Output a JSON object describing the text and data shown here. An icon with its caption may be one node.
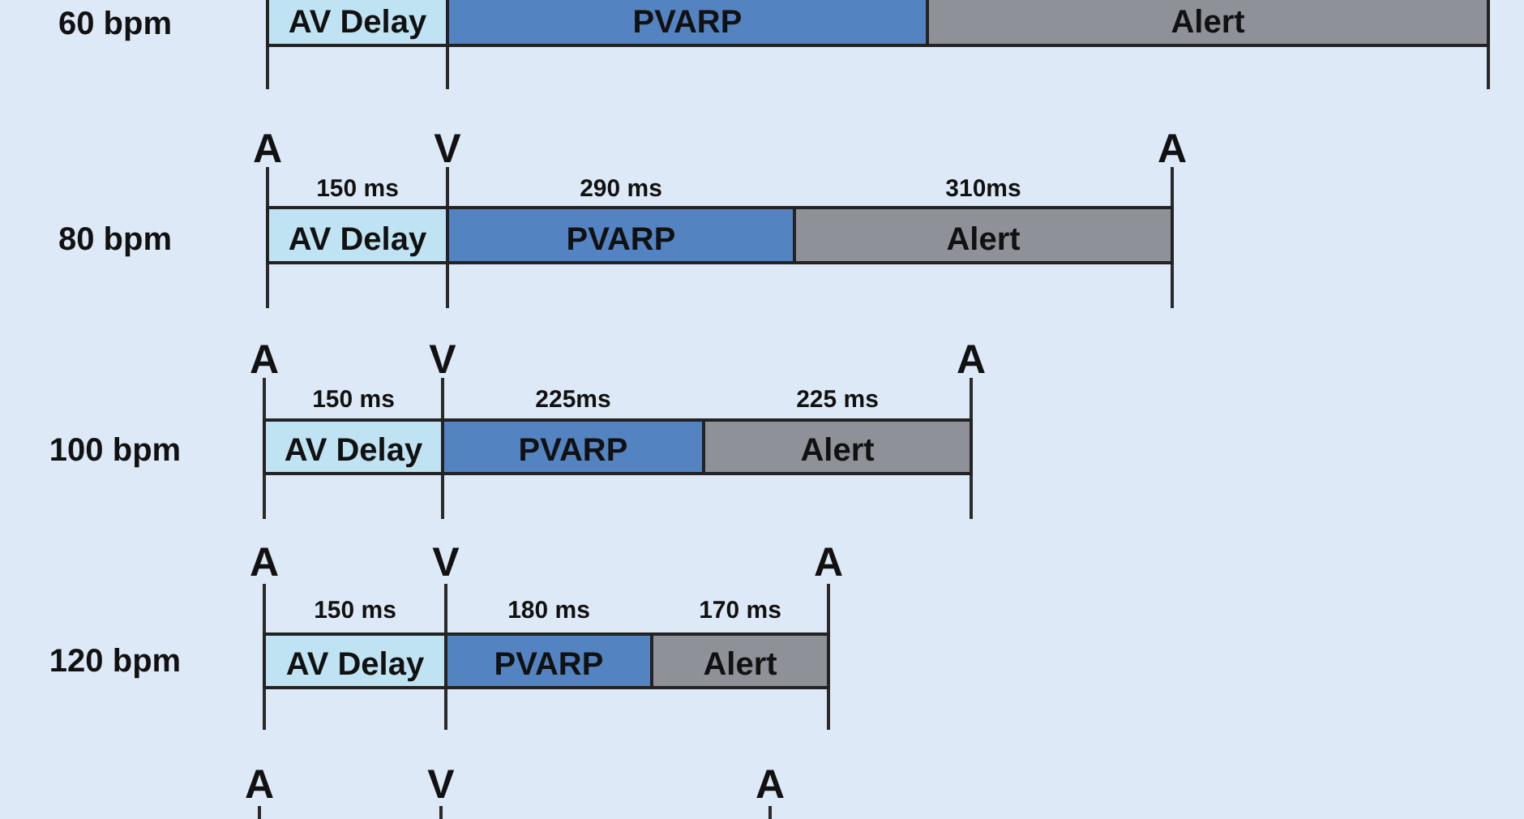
{
  "diagram": {
    "nodes": [
      {
        "text": [
          "AV Delay"
        ]
      },
      {
        "text": [
          "PVARP"
        ]
      },
      {
        "text": [
          "Alert"
        ]
      },
      {
        "text": [
          "AV Delay"
        ],
        "beside": [
          "150 ms"
        ]
      },
      {
        "text": [
          "PVARP"
        ],
        "beside": [
          "290 ms"
        ]
      },
      {
        "text": [
          "Alert"
        ],
        "beside": [
          "310ms"
        ]
      },
      {
        "text": [
          "AV Delay"
        ],
        "beside": [
          "150 ms"
        ]
      },
      {
        "text": [
          "PVARP"
        ],
        "beside": [
          "225ms"
        ]
      },
      {
        "text": [
          "Alert"
        ],
        "beside": [
          "225 ms"
        ]
      },
      {
        "text": [
          "AV Delay"
        ],
        "beside": [
          "150 ms"
        ]
      },
      {
        "text": [
          "PVARP"
        ],
        "beside": [
          "180 ms"
        ]
      },
      {
        "text": [
          "Alert"
        ],
        "beside": [
          "170 ms"
        ]
      }
    ],
    "labels": [
      "60 bpm",
      "A",
      "V",
      "A",
      "80 bpm",
      "A",
      "V",
      "A",
      "100 bpm",
      "A",
      "V",
      "A",
      "120 bpm",
      "A",
      "V",
      "A"
    ]
  }
}
